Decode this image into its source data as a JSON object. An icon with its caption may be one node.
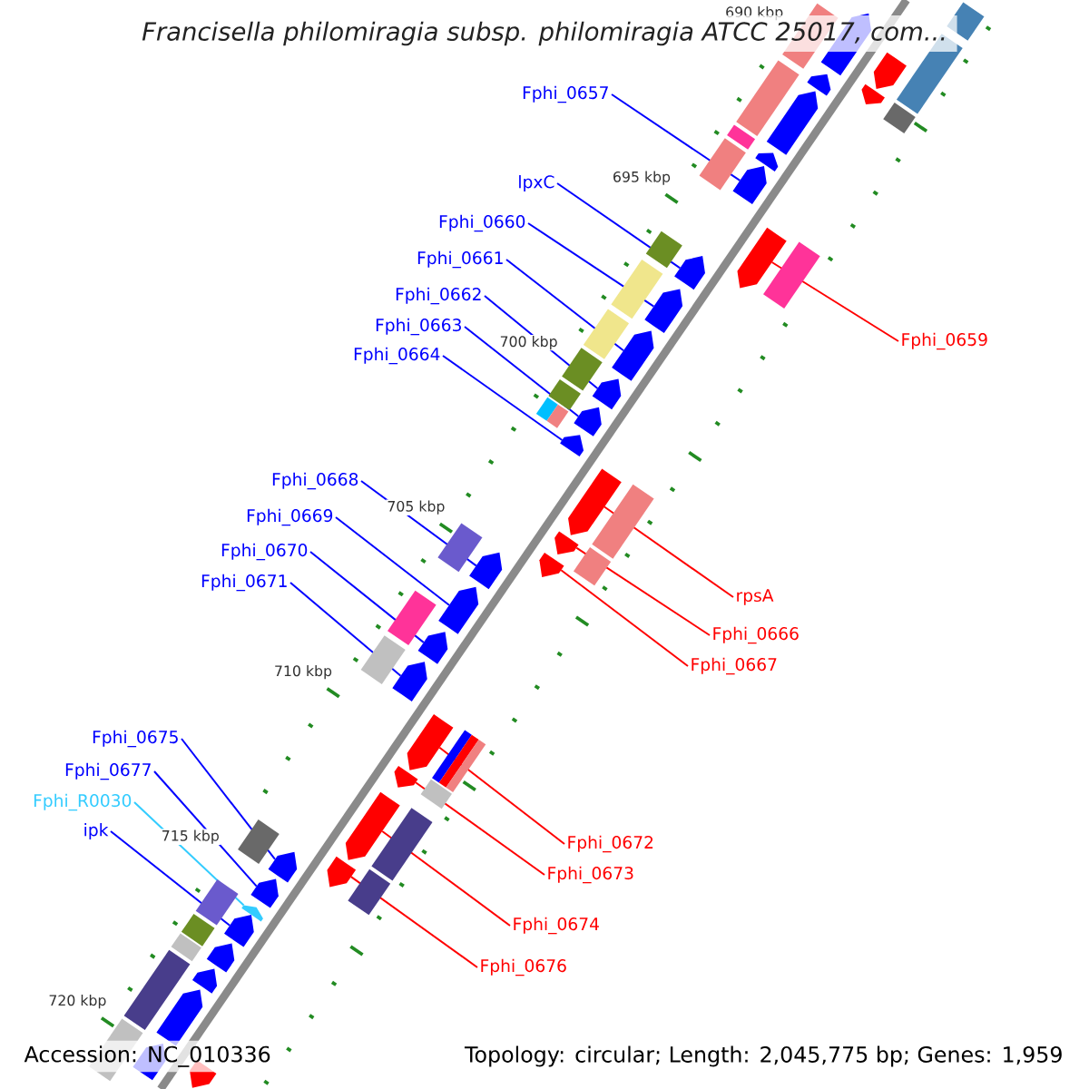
{
  "diagram": {
    "title": "Francisella philomiragia subsp. philomiragia ATCC 25017, com...",
    "nodes": [
      {
        "text": [
          "Fphi_0657"
        ]
      },
      {
        "text": [
          "lpxC"
        ]
      },
      {
        "text": [
          "Fphi_0660"
        ]
      },
      {
        "text": [
          "Fphi_0661"
        ]
      },
      {
        "text": [
          "Fphi_0662"
        ]
      },
      {
        "text": [
          "Fphi_0663"
        ]
      },
      {
        "text": [
          "Fphi_0659"
        ]
      },
      {
        "text": [
          "Fphi_0664"
        ]
      },
      {
        "text": [
          "Fphi_0668"
        ]
      },
      {
        "text": [
          "Fphi_0669"
        ]
      },
      {
        "text": [
          "Fphi_0670"
        ]
      },
      {
        "text": [
          "Fphi_0671"
        ]
      },
      {
        "text": [
          "rpsA"
        ]
      },
      {
        "text": [
          "Fphi_0666"
        ]
      },
      {
        "text": [
          "Fphi_0667"
        ]
      },
      {
        "text": [
          "Fphi_0675"
        ]
      },
      {
        "text": [
          "Fphi_0677"
        ]
      },
      {
        "text": [
          "Fphi_R0030"
        ]
      },
      {
        "text": [
          "ipk"
        ]
      },
      {
        "text": [
          "Fphi_0672"
        ]
      },
      {
        "text": [
          "Fphi_0673"
        ]
      },
      {
        "text": [
          "Fphi_0674"
        ]
      },
      {
        "text": [
          "Fphi_0676"
        ]
      },
      {
        "text": [],
        "shape": "arrow"
      },
      {
        "text": [],
        "shape": "arrow"
      },
      {
        "text": [],
        "shape": "arrow"
      },
      {
        "text": [],
        "shape": "arrow"
      },
      {
        "text": [],
        "shape": "arrow"
      },
      {
        "text": [],
        "shape": "arrow"
      },
      {
        "text": [],
        "shape": "arrow"
      },
      {
        "text": [],
        "shape": "arrow"
      },
      {
        "text": [],
        "shape": "arrow"
      },
      {
        "text": [],
        "shape": "arrow"
      },
      {
        "text": [],
        "shape": "arrow"
      },
      {
        "text": [],
        "shape": "arrow"
      },
      {
        "text": [],
        "shape": "arrow"
      },
      {
        "text": [],
        "shape": "arrow"
      },
      {
        "text": [],
        "shape": "arrow"
      },
      {
        "text": [],
        "shape": "arrow"
      },
      {
        "text": [],
        "shape": "arrow"
      },
      {
        "text": [],
        "shape": "arrow"
      },
      {
        "text": [],
        "shape": "arrow"
      },
      {
        "text": [],
        "shape": "arrow"
      },
      {
        "text": [],
        "shape": "arrow"
      },
      {
        "text": [],
        "shape": "arrow"
      },
      {
        "text": [],
        "shape": "arrow"
      },
      {
        "text": [],
        "shape": "arrow"
      },
      {
        "text": [],
        "shape": "arrow"
      },
      {
        "text": [],
        "shape": "arrow"
      },
      {
        "text": [],
        "shape": "arrow"
      },
      {
        "text": [],
        "shape": "arrow"
      },
      {
        "text": [],
        "shape": "arrow"
      },
      {
        "text": [],
        "shape": "arrow"
      },
      {
        "text": [],
        "shape": "arrow"
      },
      {
        "text": [],
        "shape": "arrow"
      },
      {
        "text": [],
        "shape": "arrow"
      },
      {
        "text": [],
        "shape": "arrow"
      }
    ],
    "edges": [
      {
        "from": 0,
        "to": 23,
        "arrow": "none"
      },
      {
        "from": 1,
        "to": 24,
        "arrow": "none"
      },
      {
        "from": 2,
        "to": 25,
        "arrow": "none"
      },
      {
        "from": 3,
        "to": 26,
        "arrow": "none"
      },
      {
        "from": 4,
        "to": 27,
        "arrow": "none"
      },
      {
        "from": 5,
        "to": 28,
        "arrow": "none"
      },
      {
        "from": 6,
        "to": 29,
        "arrow": "none",
        "color": "#ff0000"
      },
      {
        "from": 7,
        "to": 30,
        "arrow": "none"
      },
      {
        "from": 8,
        "to": 31,
        "arrow": "none"
      },
      {
        "from": 9,
        "to": 32,
        "arrow": "none"
      },
      {
        "from": 10,
        "to": 33,
        "arrow": "none"
      },
      {
        "from": 11,
        "to": 34,
        "arrow": "none"
      },
      {
        "from": 12,
        "to": 35,
        "arrow": "none",
        "color": "#ff0000"
      },
      {
        "from": 13,
        "to": 36,
        "arrow": "none",
        "color": "#ff0000"
      },
      {
        "from": 14,
        "to": 37,
        "arrow": "none",
        "color": "#ff0000"
      },
      {
        "from": 15,
        "to": 38,
        "arrow": "none"
      },
      {
        "from": 16,
        "to": 39,
        "arrow": "none"
      },
      {
        "from": 17,
        "to": 40,
        "arrow": "none",
        "color": "#33ccff"
      },
      {
        "from": 18,
        "to": 41,
        "arrow": "none"
      },
      {
        "from": 19,
        "to": 42,
        "arrow": "none",
        "color": "#ff0000"
      },
      {
        "from": 20,
        "to": 43,
        "arrow": "none",
        "color": "#ff0000"
      },
      {
        "from": 21,
        "to": 44,
        "arrow": "none",
        "color": "#ff0000"
      },
      {
        "from": 22,
        "to": 45,
        "arrow": "none",
        "color": "#ff0000"
      }
    ],
    "labels": [
      "690 kbp",
      "695 kbp",
      "700 kbp",
      "705 kbp",
      "710 kbp",
      "715 kbp",
      "720 kbp",
      "Accession: NC_010336",
      "Topology: circular; Length: 2,045,775 bp; Genes: 1,959"
    ]
  }
}
